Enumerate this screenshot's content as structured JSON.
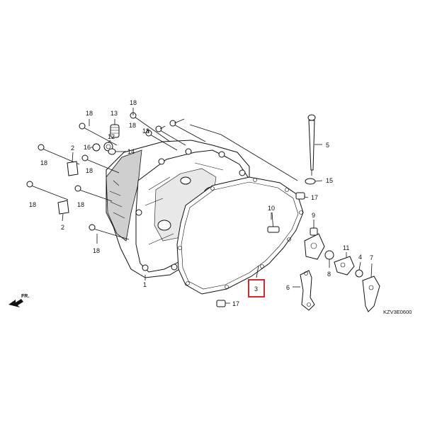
{
  "diagram": {
    "code": "KZV3E0600",
    "direction_label": "FR.",
    "highlight_color": "#d9272e",
    "callouts": [
      {
        "id": "c18a",
        "text": "18"
      },
      {
        "id": "c13",
        "text": "13"
      },
      {
        "id": "c18b",
        "text": "18"
      },
      {
        "id": "c18c",
        "text": "18"
      },
      {
        "id": "c18d",
        "text": "18"
      },
      {
        "id": "c12",
        "text": "12"
      },
      {
        "id": "c16",
        "text": "16"
      },
      {
        "id": "c14",
        "text": "14"
      },
      {
        "id": "c2a",
        "text": "2"
      },
      {
        "id": "c18e",
        "text": "18"
      },
      {
        "id": "c18f",
        "text": "18"
      },
      {
        "id": "c18g",
        "text": "18"
      },
      {
        "id": "c2b",
        "text": "2"
      },
      {
        "id": "c18h",
        "text": "18"
      },
      {
        "id": "c1",
        "text": "1"
      },
      {
        "id": "c5",
        "text": "5"
      },
      {
        "id": "c15",
        "text": "15"
      },
      {
        "id": "c17a",
        "text": "17"
      },
      {
        "id": "c10",
        "text": "10"
      },
      {
        "id": "c9",
        "text": "9"
      },
      {
        "id": "c11",
        "text": "11"
      },
      {
        "id": "c4",
        "text": "4"
      },
      {
        "id": "c7",
        "text": "7"
      },
      {
        "id": "c8",
        "text": "8"
      },
      {
        "id": "c6",
        "text": "6"
      },
      {
        "id": "c3",
        "text": "3"
      },
      {
        "id": "c17b",
        "text": "17"
      },
      {
        "id": "c18i",
        "text": "18"
      }
    ]
  }
}
